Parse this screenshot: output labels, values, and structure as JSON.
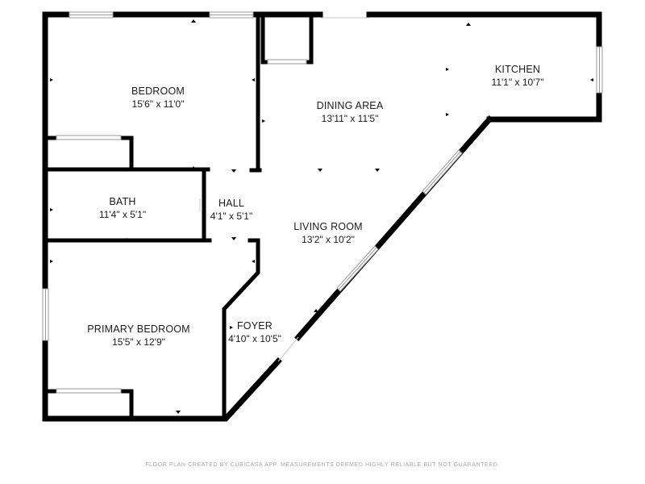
{
  "colors": {
    "wall": "#000000",
    "window_fill": "#ffffff",
    "window_line": "#9a9a9a",
    "text": "#1a1a1a",
    "footer_text": "#a8a8a8"
  },
  "rooms": {
    "bedroom": {
      "name": "BEDROOM",
      "dims": "15'6\" x 11'0\""
    },
    "kitchen": {
      "name": "KITCHEN",
      "dims": "11'1\" x 10'7\""
    },
    "dining": {
      "name": "DINING AREA",
      "dims": "13'11\" x 11'5\""
    },
    "bath": {
      "name": "BATH",
      "dims": "11'4\" x 5'1\""
    },
    "hall": {
      "name": "HALL",
      "dims": "4'1\" x 5'1\""
    },
    "living": {
      "name": "LIVING ROOM",
      "dims": "13'2\" x 10'2\""
    },
    "primary": {
      "name": "PRIMARY BEDROOM",
      "dims": "15'5\" x 12'9\""
    },
    "foyer": {
      "name": "FOYER",
      "dims": "4'10\" x 10'5\""
    }
  },
  "footer": {
    "note": "FLOOR PLAN CREATED BY CUBICASA APP. MEASUREMENTS DEEMED HIGHLY RELIABLE BUT NOT GUARANTEED."
  }
}
